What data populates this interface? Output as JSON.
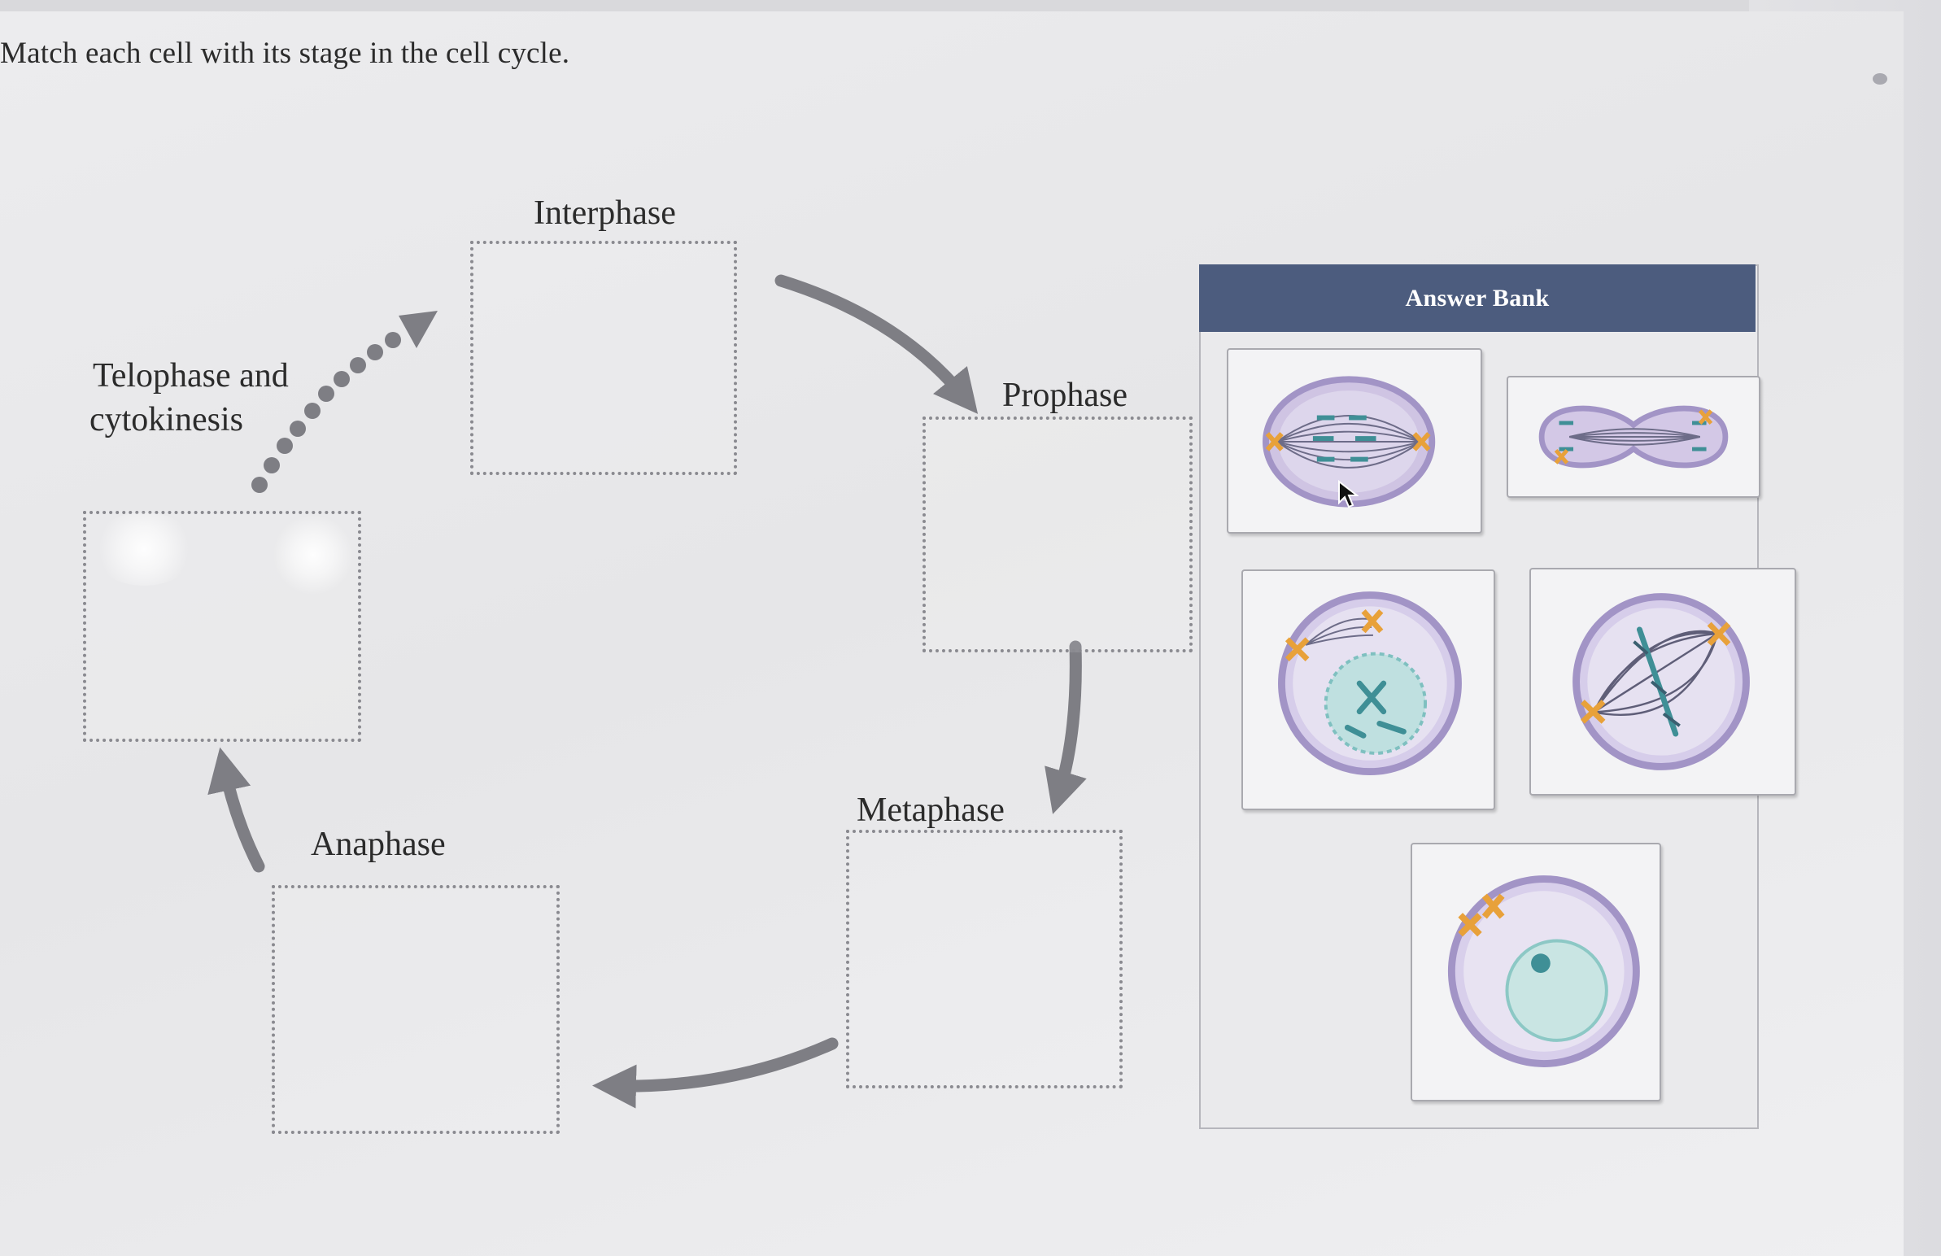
{
  "instruction": "Match each cell with its stage in the cell cycle.",
  "stages": {
    "interphase": "Interphase",
    "prophase": "Prophase",
    "metaphase": "Metaphase",
    "anaphase": "Anaphase",
    "telophase_line1": "Telophase and",
    "telophase_line2": "cytokinesis"
  },
  "answer_bank": {
    "title": "Answer Bank",
    "cards": [
      {
        "icon": "anaphase-cell-icon"
      },
      {
        "icon": "telophase-cell-icon"
      },
      {
        "icon": "prophase-cell-icon"
      },
      {
        "icon": "metaphase-cell-icon"
      },
      {
        "icon": "interphase-cell-icon"
      }
    ]
  },
  "colors": {
    "bank_header": "#4c5c7e",
    "cell_membrane": "#a89ac9",
    "centrosome": "#e8a13a",
    "chromosome": "#3f8f96",
    "arrow": "#7e7e84"
  }
}
